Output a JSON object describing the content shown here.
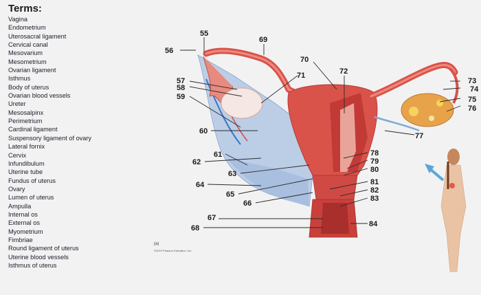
{
  "terms": {
    "title": "Terms:",
    "items": [
      "Vagina",
      "Endometrium",
      "Uterosacral ligament",
      "Cervical canal",
      "Mesovarium",
      "Mesometrium",
      "Ovarian ligament",
      "Isthmus",
      "Body of uterus",
      "Ovarian blood vessels",
      "Ureter",
      "Mesosalpinx",
      "Perimetrium",
      "Cardinal ligament",
      "Suspensory ligament of ovary",
      "Lateral fornix",
      "Cervix",
      "Infundibulum",
      "Uterine tube",
      "Fundus of uterus",
      "Ovary",
      "Lumen of uterus",
      "Ampulla",
      "Internal os",
      "External os",
      "Myometrium",
      "Fimbriae",
      "Round ligament of uterus",
      "Uterine blood vessels",
      "Isthmus of uterus"
    ]
  },
  "figure": {
    "panel_label": "(a)",
    "copyright": "©2019 Pearson Education, Inc.",
    "labels": {
      "n55": "55",
      "n56": "56",
      "n57": "57",
      "n58": "58",
      "n59": "59",
      "n60": "60",
      "n61": "61",
      "n62": "62",
      "n63": "63",
      "n64": "64",
      "n65": "65",
      "n66": "66",
      "n67": "67",
      "n68": "68",
      "n69": "69",
      "n70": "70",
      "n71": "71",
      "n72": "72",
      "n73": "73",
      "n74": "74",
      "n75": "75",
      "n76": "76",
      "n77": "77",
      "n78": "78",
      "n79": "79",
      "n80": "80",
      "n81": "81",
      "n82": "82",
      "n83": "83",
      "n84": "84"
    }
  },
  "colors": {
    "uterus": "#d9534a",
    "uterus_dark": "#b83a35",
    "ligament": "#bccde6",
    "tissue_pink": "#f0b7a8",
    "ovary_orange": "#e8a24a"
  }
}
